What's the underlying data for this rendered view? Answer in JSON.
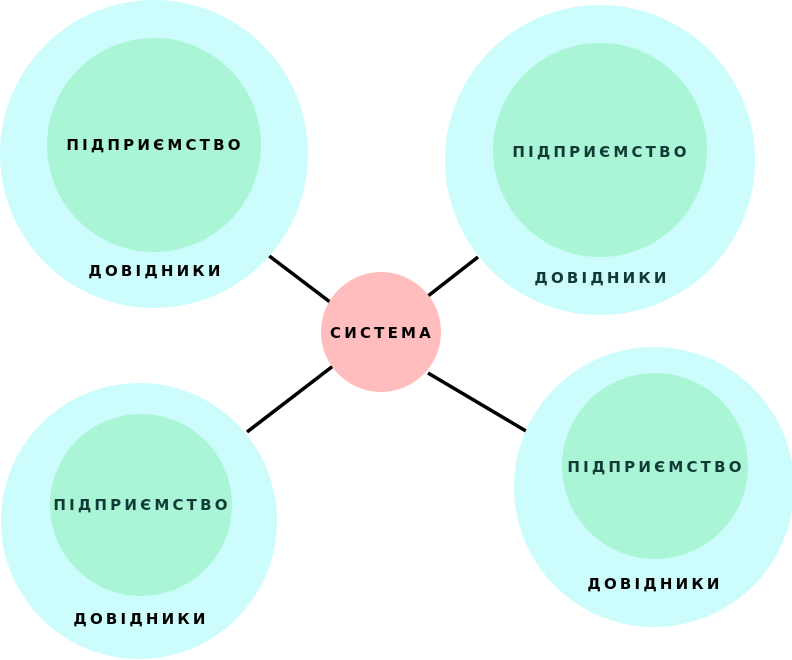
{
  "diagram": {
    "center": {
      "label": "СИСТЕМА",
      "fill": "#ffbdbd"
    },
    "clusters": [
      {
        "inner_label": "ПІДПРИЄМСТВО",
        "outer_label": "ДОВІДНИКИ"
      },
      {
        "inner_label": "ПІДПРИЄМСТВО",
        "outer_label": "ДОВІДНИКИ"
      },
      {
        "inner_label": "ПІДПРИЄМСТВО",
        "outer_label": "ДОВІДНИКИ"
      },
      {
        "inner_label": "ПІДПРИЄМСТВО",
        "outer_label": "ДОВІДНИКИ"
      }
    ],
    "colors": {
      "outer_circle": "#ccfcfc",
      "inner_circle": "#a9f5d6",
      "connector": "#000000",
      "text_dark": "#000000",
      "text_teal": "#0f3a35"
    }
  }
}
